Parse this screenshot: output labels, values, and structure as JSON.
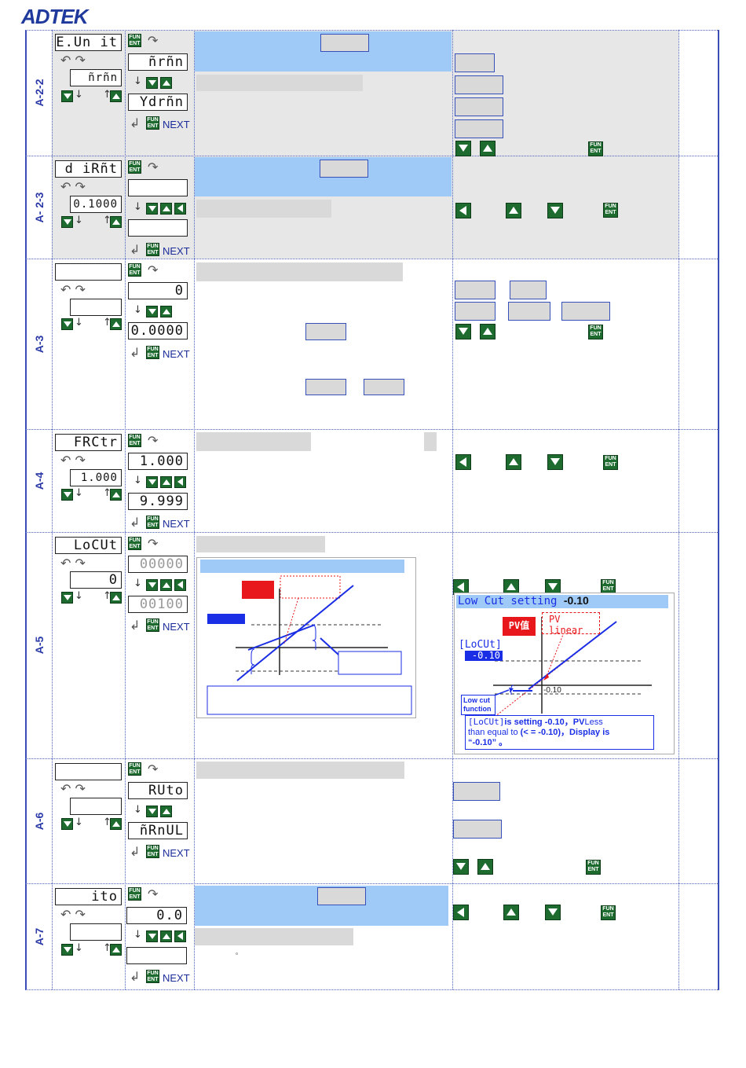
{
  "brand": {
    "logo_text": "ADTEK"
  },
  "common": {
    "next_label": "NEXT",
    "fun_top": "FUN",
    "fun_bottom": "ENT"
  },
  "sections": {
    "a22": {
      "label": "A-2-2",
      "code": "E.Un it",
      "sub": "ñrñn",
      "opt1": "ñrñn",
      "opt2": "Ydrñn"
    },
    "a23": {
      "label": "A- 2-3",
      "code": "d iRñt",
      "sub": "0.1000"
    },
    "a3": {
      "label": "A-3",
      "opt1": "0",
      "opt2": "0.0000"
    },
    "a4": {
      "label": "A-4",
      "code": "FRCtr",
      "sub": "1.000",
      "opt1": "1.000",
      "opt2": "9.999"
    },
    "a5": {
      "label": "A-5",
      "code": "LoCUt",
      "sub": "0",
      "opt1": "00000",
      "opt2": "00100",
      "inset": {
        "title": "Low Cut setting",
        "title_value": "-0.10",
        "pv_label": "PV值",
        "pv_linear": "PV linear",
        "param": "[LoCUt]",
        "param_value": "-0.10",
        "axis_value": "-0.10",
        "lowcut_label_1": "Low cut",
        "lowcut_label_2": "function",
        "note_1a": "[LoCUt]",
        "note_1b": "is setting -0.10，",
        "note_1c": "PV",
        "note_1d": "Less",
        "note_2a": "than equal to ",
        "note_2b": "(< = -0.10)",
        "note_2c": "，Display is",
        "note_3": "“-0.10” 。"
      }
    },
    "a6": {
      "label": "A-6",
      "opt1": "RUto",
      "opt2": "ñRnUL"
    },
    "a7": {
      "label": "A-7",
      "code": "ito",
      "opt1": "0.0",
      "dot": "。"
    }
  }
}
